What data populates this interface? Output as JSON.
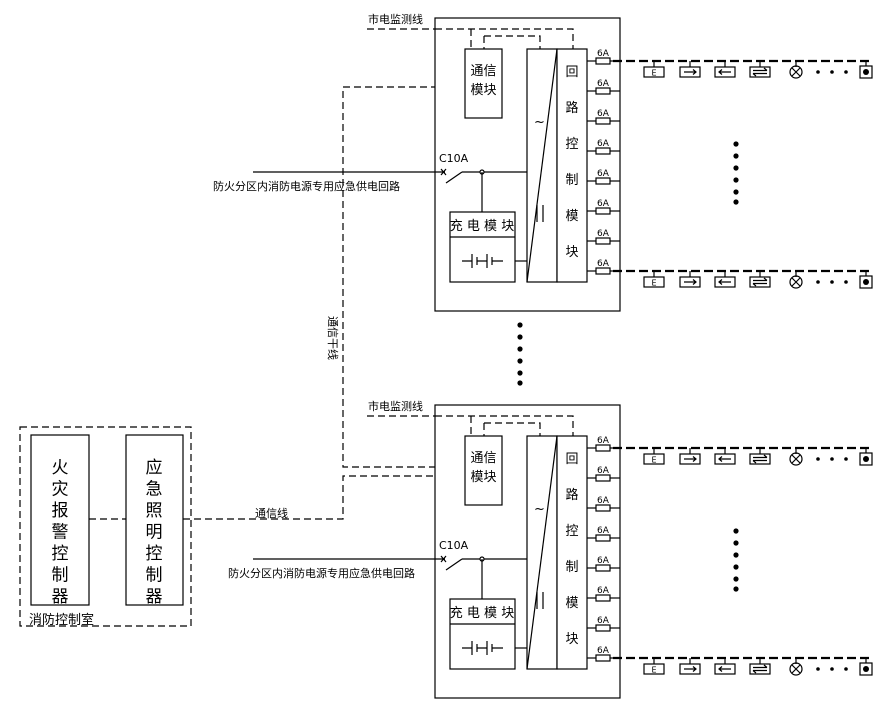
{
  "labels": {
    "mains_monitor": "市电监测线",
    "comm_module": [
      "通信",
      "模块"
    ],
    "loop_control": [
      "回",
      "路",
      "控",
      "制",
      "模",
      "块"
    ],
    "breaker": "C10A",
    "power_circuit": "防火分区内消防电源专用应急供电回路",
    "charge_module": "充 电 模 块",
    "fuse": "6A",
    "comm_trunk": "通信干线",
    "comm_line": "通信线",
    "fire_alarm_controller": [
      "火",
      "灾",
      "报",
      "警",
      "控",
      "制",
      "器"
    ],
    "emergency_light_controller": [
      "应",
      "急",
      "照",
      "明",
      "控",
      "制",
      "器"
    ],
    "control_room": "消防控制室",
    "exit_sign": "E"
  },
  "colors": {
    "line": "#000000",
    "background": "#ffffff"
  },
  "icons": [
    "ac-symbol",
    "dc-symbol",
    "battery-symbol",
    "breaker-symbol",
    "fuse-symbol",
    "exit-sign-icon",
    "arrow-right-sign-icon",
    "arrow-left-sign-icon",
    "double-arrow-sign-icon",
    "lamp-icon",
    "wall-lamp-icon"
  ]
}
